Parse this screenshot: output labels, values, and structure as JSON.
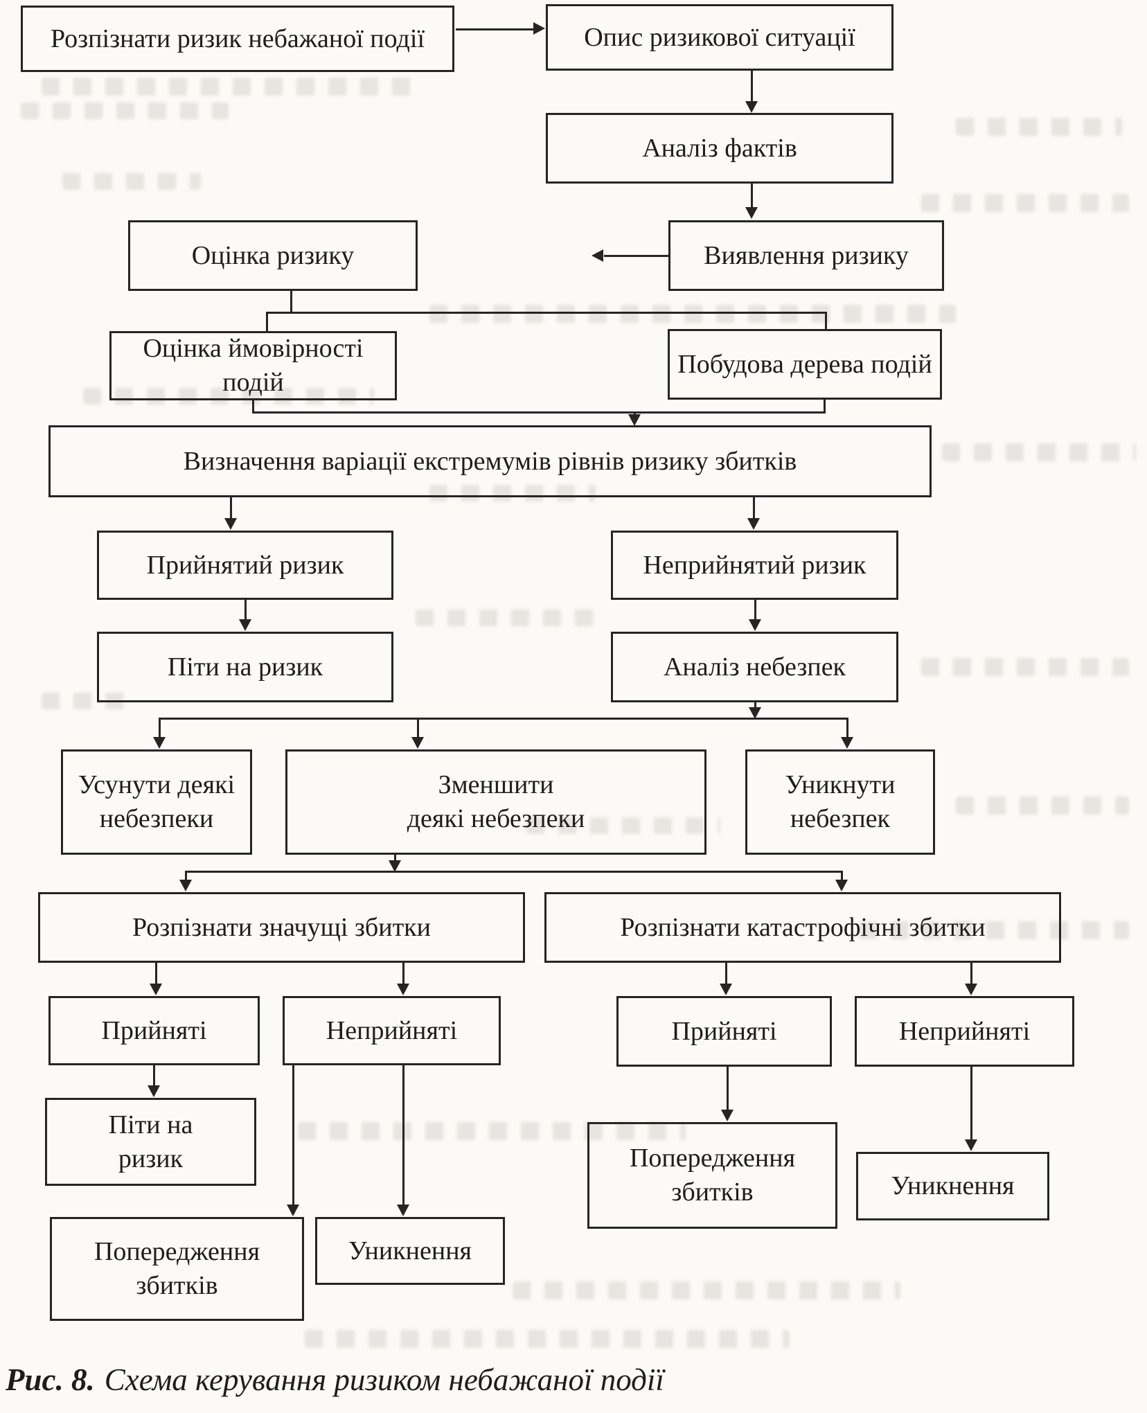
{
  "figure": {
    "caption_label": "Рис. 8.",
    "caption_text": "Схема керування ризиком небажаної події"
  },
  "colors": {
    "ink": "#262523",
    "paper": "#fbfaf6"
  },
  "nodes": {
    "recognize_risk": "Розпізнати ризик небажаної події",
    "describe_situation": "Опис ризикової ситуації",
    "analyze_facts": "Аналіз фактів",
    "detect_risk": "Виявлення ризику",
    "assess_risk": "Оцінка ризику",
    "assess_probability": "Оцінка ймовірності подій",
    "build_event_tree": "Побудова дерева подій",
    "define_extremes": "Визначення варіації екстремумів рівнів ризику збитків",
    "accepted_risk": "Прийнятий ризик",
    "unaccepted_risk": "Неприйнятий ризик",
    "take_risk": "Піти на ризик",
    "analyze_hazards": "Аналіз небезпек",
    "eliminate_hazards": "Усунути деякі\nнебезпеки",
    "reduce_hazards": "Зменшити\nдеякі небезпеки",
    "avoid_hazards": "Уникнути\nнебезпек",
    "significant_losses": "Розпізнати значущі збитки",
    "catastrophic_losses": "Розпізнати катастрофічні збитки",
    "accepted_left": "Прийняті",
    "unaccepted_left": "Неприйняті",
    "take_risk_small": "Піти на\nризик",
    "loss_prevention_left": "Попередження\nзбитків",
    "avoidance_left": "Уникнення",
    "accepted_right": "Прийняті",
    "unaccepted_right": "Неприйняті",
    "loss_prevention_right": "Попередження\nзбитків",
    "avoidance_right": "Уникнення"
  }
}
